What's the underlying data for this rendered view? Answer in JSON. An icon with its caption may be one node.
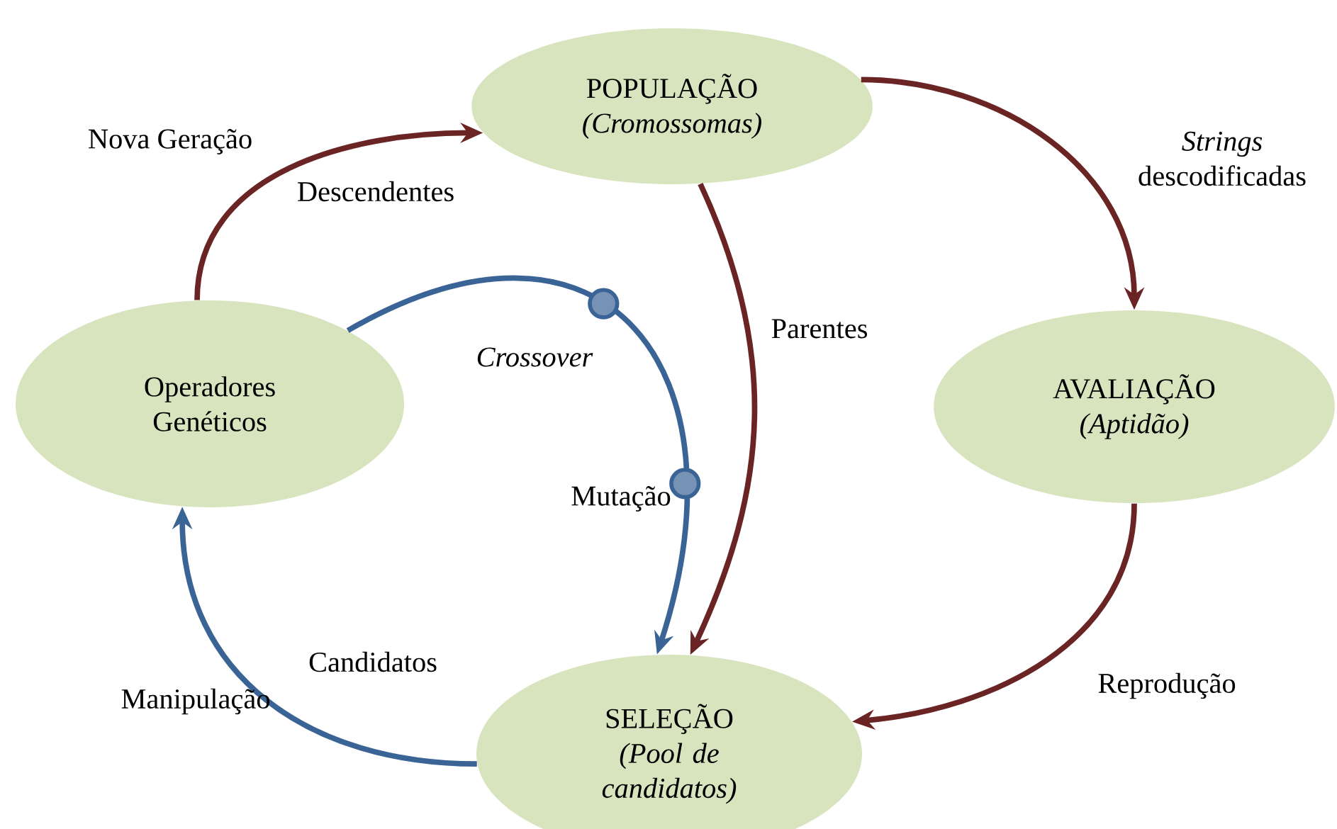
{
  "diagram": {
    "nodes": [
      {
        "text": [
          "POPULAÇÃO",
          "(Cromossomas)"
        ]
      },
      {
        "text": [
          "AVALIAÇÃO",
          "(Aptidão)"
        ]
      },
      {
        "text": [
          "SELEÇÃO",
          "(Pool de candidatos)"
        ]
      },
      {
        "text": [
          "Operadores Genéticos"
        ]
      }
    ],
    "edges": [
      {
        "from": 0,
        "to": 1,
        "arrow": "to",
        "label": "*Strings* descodificadas"
      },
      {
        "from": 1,
        "to": 2,
        "arrow": "to",
        "label": "Reprodução"
      },
      {
        "from": 0,
        "to": 2,
        "arrow": "to",
        "label": "Parentes"
      },
      {
        "from": 2,
        "to": 3,
        "arrow": "to",
        "label": "Candidatos",
        "color": "#3b6496"
      },
      {
        "from": 3,
        "to": 0,
        "arrow": "to",
        "label": "Descendentes"
      },
      {
        "from": 3,
        "to": 2,
        "arrow": "to",
        "label": "*Crossover*",
        "color": "#3b6496"
      }
    ],
    "labels": [
      "Nova Geração",
      "Manipulação",
      "Mutação"
    ]
  }
}
